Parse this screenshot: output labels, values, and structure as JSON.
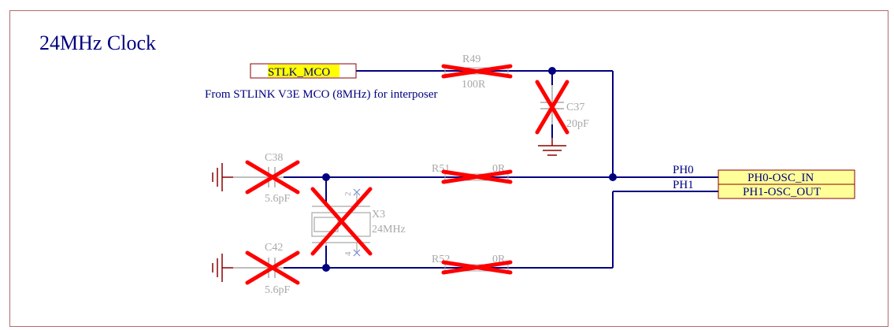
{
  "sheet": {
    "title": "24MHz Clock",
    "colors": {
      "border": "#b06a6a",
      "wire": "#000080",
      "title": "#000080",
      "ground": "#8b0000",
      "dnp_mark": "#ff0000",
      "faded_part": "#a8a8a8",
      "port_fill": "#ffff99",
      "port_highlight": "#ffff00",
      "port_stroke": "#8b0000"
    }
  },
  "ports": {
    "stlk_mco": "STLK_MCO",
    "ph0_osc_in": "PH0-OSC_IN",
    "ph1_osc_out": "PH1-OSC_OUT"
  },
  "note": "From STLINK V3E MCO (8MHz) for interposer",
  "nets": {
    "ph0": "PH0",
    "ph1": "PH1"
  },
  "components": {
    "r49": {
      "ref": "R49",
      "value": "100R"
    },
    "c37": {
      "ref": "C37",
      "value": "20pF"
    },
    "c38": {
      "ref": "C38",
      "value": "5.6pF"
    },
    "c42": {
      "ref": "C42",
      "value": "5.6pF"
    },
    "r51": {
      "ref": "R51",
      "value": "0R"
    },
    "r52": {
      "ref": "R52",
      "value": "0R"
    },
    "x3": {
      "ref": "X3",
      "value": "24MHz",
      "pin_top": "2",
      "pin_bottom": "4"
    }
  },
  "icons": {
    "ground": "ground-icon",
    "dnp": "dnp-cross-icon",
    "junction": "junction-dot-icon"
  }
}
